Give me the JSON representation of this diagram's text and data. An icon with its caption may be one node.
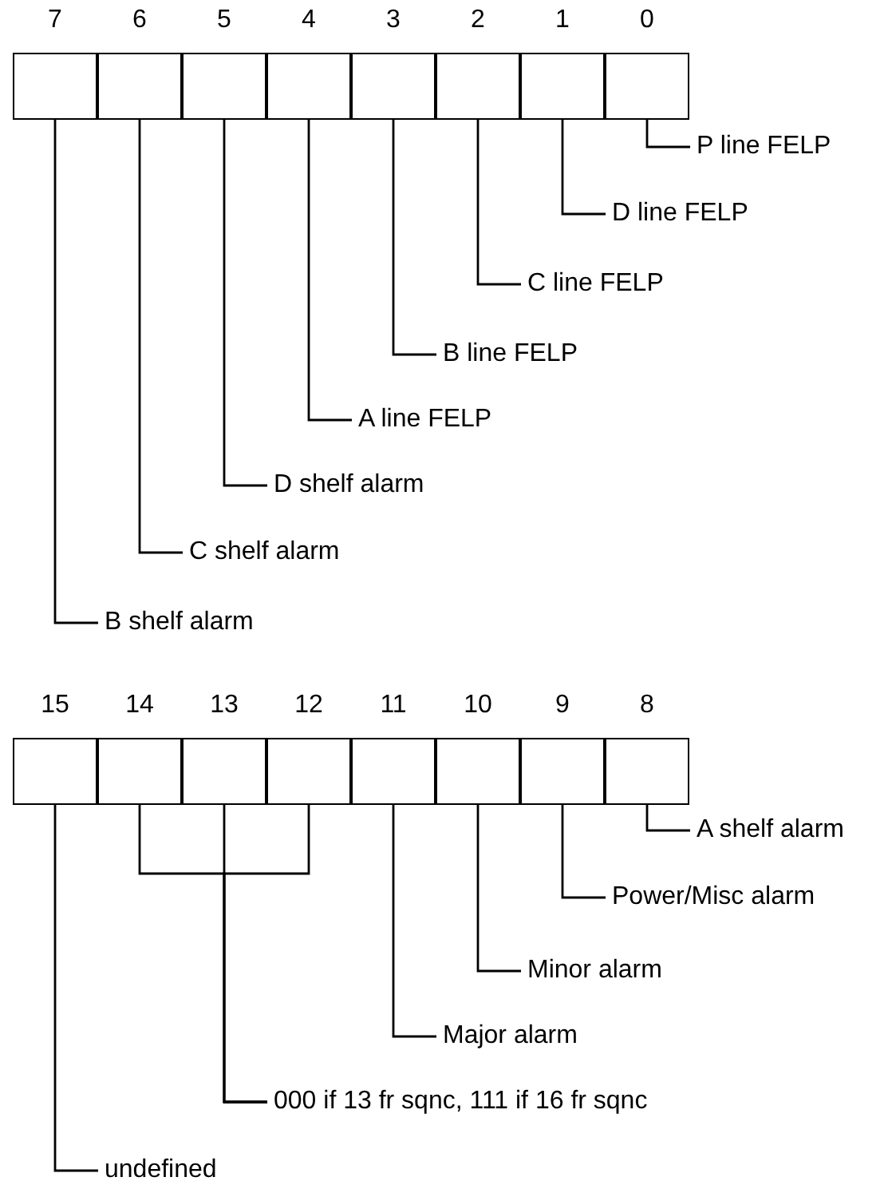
{
  "diagram": {
    "nodes": [
      {
        "text": [
          "7"
        ]
      },
      {
        "text": [
          "6"
        ]
      },
      {
        "text": [
          "5"
        ]
      },
      {
        "text": [
          "4"
        ]
      },
      {
        "text": [
          "3"
        ]
      },
      {
        "text": [
          "2"
        ]
      },
      {
        "text": [
          "1"
        ]
      },
      {
        "text": [
          "0"
        ]
      },
      {
        "text": [
          "P line FELP"
        ]
      },
      {
        "text": [
          "D line FELP"
        ]
      },
      {
        "text": [
          "C line FELP"
        ]
      },
      {
        "text": [
          "B line FELP"
        ]
      },
      {
        "text": [
          "A line FELP"
        ]
      },
      {
        "text": [
          "D shelf alarm"
        ]
      },
      {
        "text": [
          "C shelf alarm"
        ]
      },
      {
        "text": [
          "B shelf alarm"
        ]
      },
      {
        "text": [
          "15"
        ]
      },
      {
        "text": [
          "14"
        ]
      },
      {
        "text": [
          "13"
        ]
      },
      {
        "text": [
          "12"
        ]
      },
      {
        "text": [
          "11"
        ]
      },
      {
        "text": [
          "10"
        ]
      },
      {
        "text": [
          "9"
        ]
      },
      {
        "text": [
          "8"
        ]
      },
      {
        "text": [
          "A shelf alarm"
        ]
      },
      {
        "text": [
          "Power/Misc alarm"
        ]
      },
      {
        "text": [
          "Minor alarm"
        ]
      },
      {
        "text": [
          "Major alarm"
        ]
      },
      {
        "text": [
          "000 if 13 fr sqnc, 111 if 16 fr sqnc"
        ]
      },
      {
        "text": [
          "undefined"
        ]
      }
    ],
    "edges": [
      {
        "from": 8,
        "to": 7,
        "arrow": "none"
      },
      {
        "from": 9,
        "to": 6,
        "arrow": "none"
      },
      {
        "from": 10,
        "to": 5,
        "arrow": "none"
      },
      {
        "from": 11,
        "to": 4,
        "arrow": "none"
      },
      {
        "from": 12,
        "to": 3,
        "arrow": "none"
      },
      {
        "from": 13,
        "to": 2,
        "arrow": "none"
      },
      {
        "from": 14,
        "to": 1,
        "arrow": "none"
      },
      {
        "from": 15,
        "to": 0,
        "arrow": "none"
      },
      {
        "from": 24,
        "to": 23,
        "arrow": "none"
      },
      {
        "from": 25,
        "to": 22,
        "arrow": "none"
      },
      {
        "from": 26,
        "to": 21,
        "arrow": "none"
      },
      {
        "from": 27,
        "to": 20,
        "arrow": "none"
      },
      {
        "from": 28,
        "to": 17,
        "arrow": "none"
      },
      {
        "from": 28,
        "to": 18,
        "arrow": "none"
      },
      {
        "from": 28,
        "to": 19,
        "arrow": "none"
      },
      {
        "from": 29,
        "to": 16,
        "arrow": "none"
      }
    ]
  }
}
